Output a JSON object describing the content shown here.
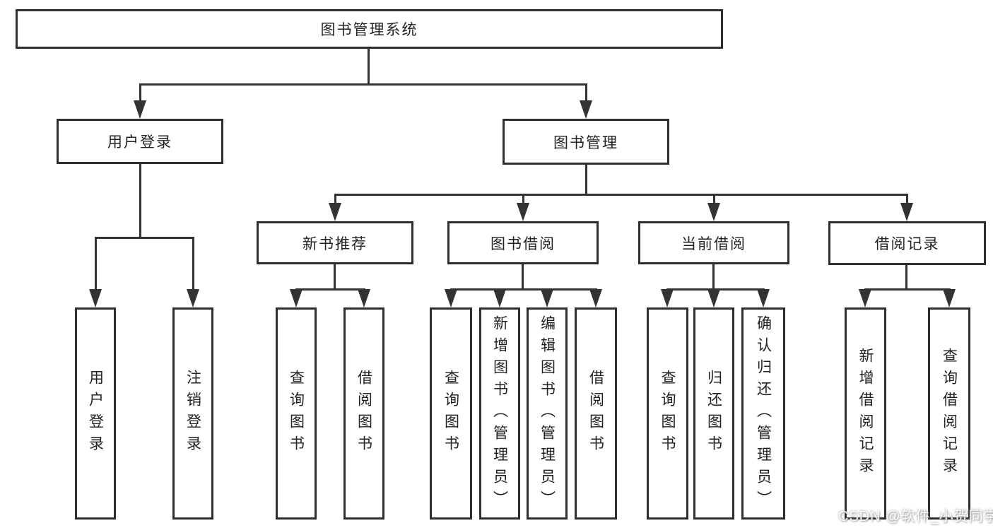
{
  "diagram": {
    "type": "hierarchy-flowchart",
    "root": {
      "label": "图书管理系统"
    },
    "branches": [
      {
        "key": "user-login",
        "label": "用户登录",
        "children": [
          "用户登录",
          "注销登录"
        ]
      },
      {
        "key": "book-management",
        "label": "图书管理",
        "sections": [
          {
            "label": "新书推荐",
            "children": [
              "查询图书",
              "借阅图书"
            ]
          },
          {
            "label": "图书借阅",
            "children": [
              "查询图书",
              "新增图书（管理员）",
              "编辑图书（管理员）",
              "借阅图书"
            ]
          },
          {
            "label": "当前借阅",
            "children": [
              "查询图书",
              "归还图书",
              "确认归还（管理员）"
            ]
          },
          {
            "label": "借阅记录",
            "children": [
              "新增借阅记录",
              "查询借阅记录"
            ]
          }
        ]
      }
    ],
    "colors": {
      "background": "#ffffff",
      "box_fill": "#ffffff",
      "box_border": "#2e2e2e",
      "line": "#333333",
      "text": "#222222",
      "watermark": "#f2f2f2"
    },
    "watermark": "CSDN @软件_小贺同学"
  }
}
